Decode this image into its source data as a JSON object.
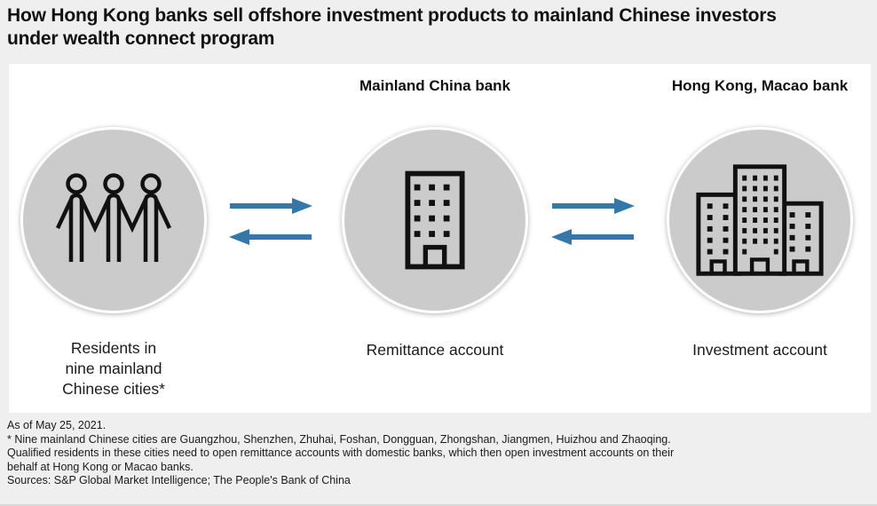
{
  "title": {
    "lines": [
      "How Hong Kong banks sell offshore investment products to mainland Chinese investors",
      "under wealth connect program"
    ]
  },
  "colors": {
    "background": "#efefef",
    "panel": "#ffffff",
    "circle_fill": "#cbcbcb",
    "arrow": "#3577a9",
    "icon_stroke": "#111111",
    "text": "#1a1a1a"
  },
  "diagram": {
    "nodes": [
      {
        "icon": "people-icon",
        "header": "",
        "label_lines": [
          "Residents in",
          "nine mainland",
          "Chinese cities*"
        ]
      },
      {
        "icon": "bank-building-icon",
        "header": "Mainland China bank",
        "label_lines": [
          "Remittance account"
        ]
      },
      {
        "icon": "bank-buildings-icon",
        "header": "Hong Kong, Macao bank",
        "label_lines": [
          "Investment account"
        ]
      }
    ],
    "arrow_pairs": [
      {
        "directions": [
          "right",
          "left"
        ]
      },
      {
        "directions": [
          "right",
          "left"
        ]
      }
    ]
  },
  "footer": {
    "lines": [
      "As of May 25, 2021.",
      "* Nine mainland Chinese cities are Guangzhou, Shenzhen, Zhuhai, Foshan, Dongguan, Zhongshan, Jiangmen, Huizhou and Zhaoqing.",
      "Qualified residents in these cities need to open remittance accounts with domestic banks, which then open investment accounts on their",
      "behalf at Hong Kong or Macao banks.",
      "Sources: S&P Global Market Intelligence; The People's Bank of China"
    ]
  }
}
